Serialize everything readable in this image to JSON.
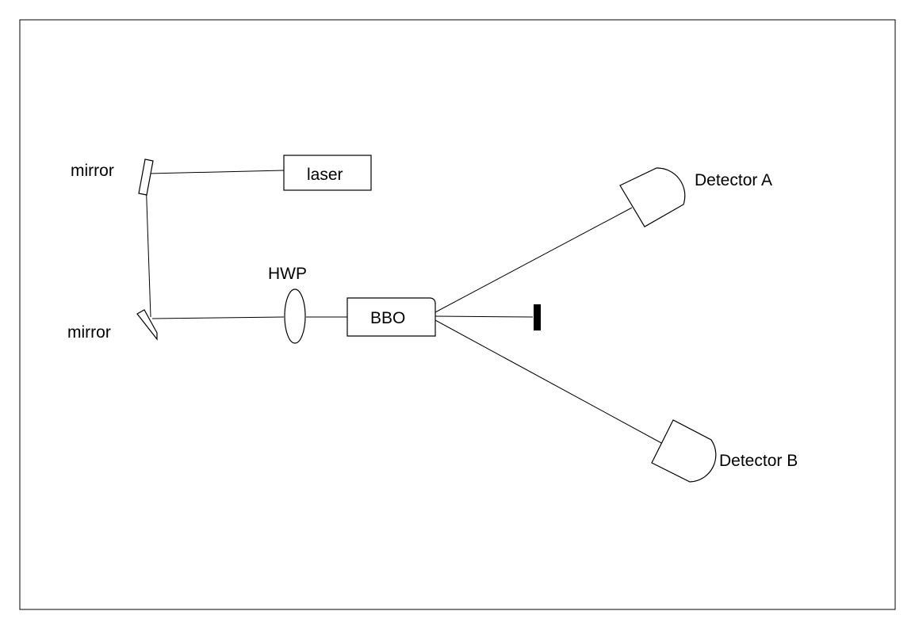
{
  "labels": {
    "mirror_top": "mirror",
    "mirror_bottom": "mirror",
    "laser": "laser",
    "hwp": "HWP",
    "bbo": "BBO",
    "detector_a": "Detector A",
    "detector_b": "Detector B"
  }
}
